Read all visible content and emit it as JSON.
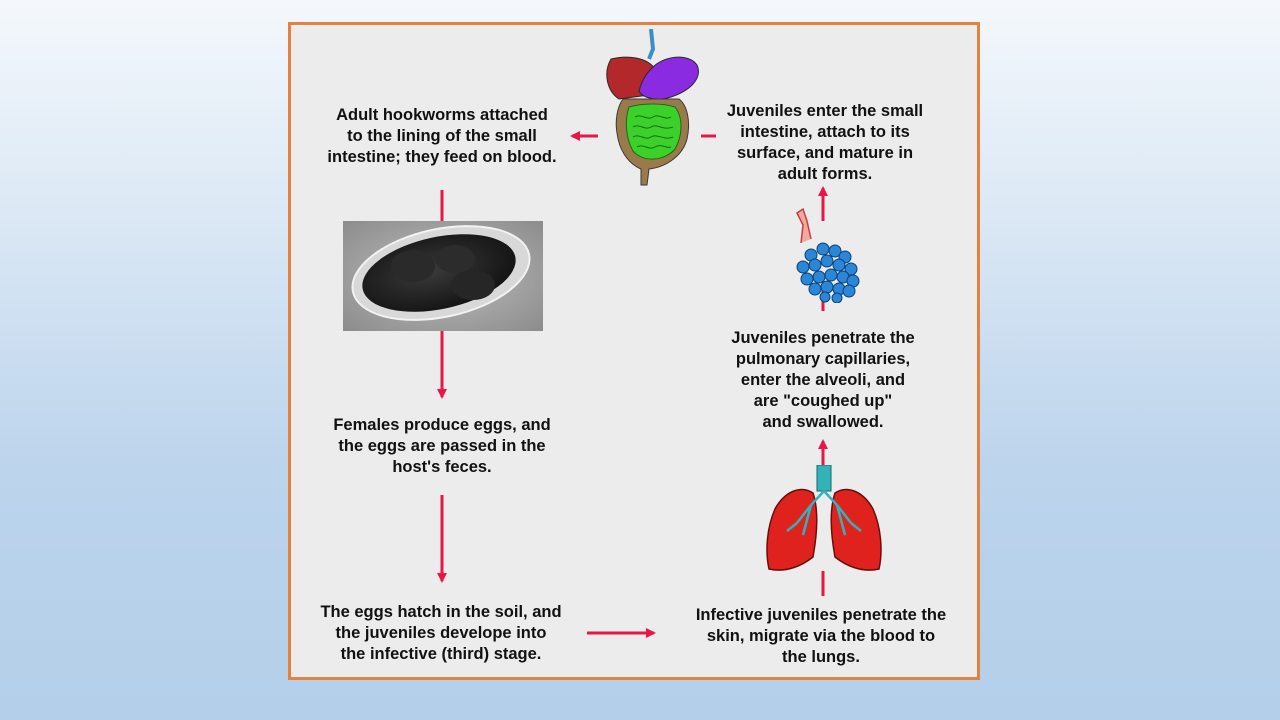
{
  "diagram": {
    "steps": {
      "adult_hookworms": "Adult hookworms attached\nto the lining of the small\nintestine; they feed on blood.",
      "females_produce_eggs": "Females produce eggs, and\nthe eggs are passed in the\nhost's feces.",
      "eggs_hatch": "The eggs hatch in the soil, and\nthe juveniles develope into\nthe infective (third) stage.",
      "infective_juveniles": "Infective juveniles penetrate the\nskin, migrate via the blood to\nthe lungs.",
      "juveniles_penetrate": "Juveniles penetrate the\npulmonary capillaries,\nenter the alveoli, and\nare \"coughed up\"\nand swallowed.",
      "juveniles_enter_intestine": "Juveniles enter the small\nintestine, attach to its\nsurface, and mature in\nadult forms."
    },
    "images": {
      "digestive_system": "digestive-system-illustration",
      "egg_micrograph": "hookworm-egg-micrograph",
      "lungs": "lungs-illustration",
      "alveoli": "alveoli-cluster-illustration"
    },
    "colors": {
      "frame_border": "#e3823f",
      "frame_fill": "#ececec",
      "arrow": "#e8174a",
      "text": "#111111"
    }
  }
}
